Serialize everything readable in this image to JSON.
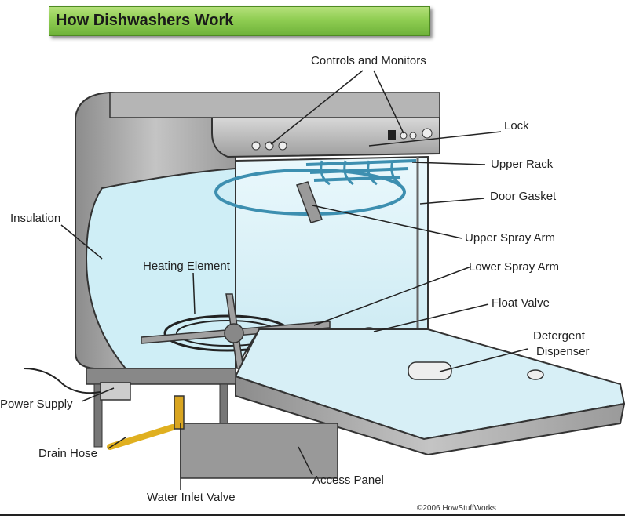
{
  "title": "How Dishwashers Work",
  "labels": {
    "controls_and_monitors": "Controls and Monitors",
    "lock": "Lock",
    "upper_rack": "Upper Rack",
    "door_gasket": "Door Gasket",
    "insulation": "Insulation",
    "upper_spray_arm": "Upper Spray Arm",
    "heating_element": "Heating Element",
    "lower_spray_arm": "Lower Spray Arm",
    "float_valve": "Float Valve",
    "detergent_dispenser_line1": "Detergent",
    "detergent_dispenser_line2": "Dispenser",
    "power_supply": "Power Supply",
    "drain_hose": "Drain Hose",
    "access_panel": "Access Panel",
    "water_inlet_valve": "Water Inlet Valve"
  },
  "copyright": "©2006 HowStuffWorks",
  "colors": {
    "title_bar": "#8fcd52",
    "interior": "#dff3f8",
    "rack": "#3d8fb0",
    "stainless": "#a9a9a9",
    "drain_hose": "#e0b020"
  }
}
